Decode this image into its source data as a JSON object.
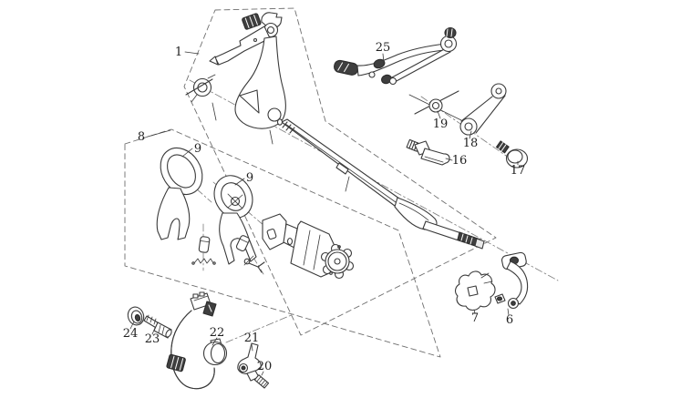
{
  "diagram": {
    "background": "#ffffff",
    "line_color": "#3a3a3a",
    "dark_fill": "#3f3f3f",
    "boundary_style": "dashed",
    "callouts": {
      "c1": "1",
      "c6": "6",
      "c7": "7",
      "c8": "8",
      "c9a": "9",
      "c9b": "9",
      "c16": "16",
      "c17": "17",
      "c18": "18",
      "c19": "19",
      "c20": "20",
      "c21": "21",
      "c22": "22",
      "c23": "23",
      "c24": "24",
      "c25": "25"
    }
  }
}
